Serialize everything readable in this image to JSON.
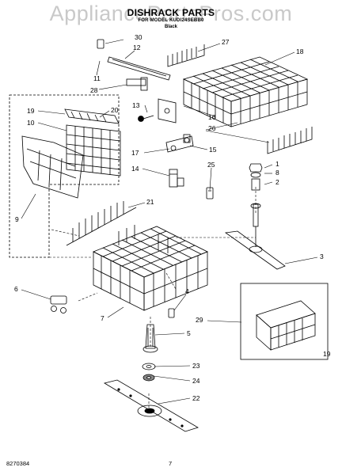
{
  "watermark": "AppliancePartsPros.com",
  "title": "DISHRACK PARTS",
  "subtitle": "FOR MODEL KUDI24SEBB0",
  "subnote": "Black",
  "part_labels": {
    "p30": "30",
    "p12": "12",
    "p11": "11",
    "p28": "28",
    "p27": "27",
    "p18": "18",
    "p13": "13",
    "p16": "16",
    "p26": "26",
    "p17": "17",
    "p15": "15",
    "p14": "14",
    "p25": "25",
    "p1": "1",
    "p8": "8",
    "p2": "2",
    "p19a": "19",
    "p20": "20",
    "p10": "10",
    "p9": "9",
    "p21": "21",
    "p3": "3",
    "p6": "6",
    "p7": "7",
    "p4": "4",
    "p29": "29",
    "p19b": "19",
    "p5": "5",
    "p23": "23",
    "p24": "24",
    "p22": "22"
  },
  "footer": {
    "code": "8270384",
    "page": "7"
  }
}
